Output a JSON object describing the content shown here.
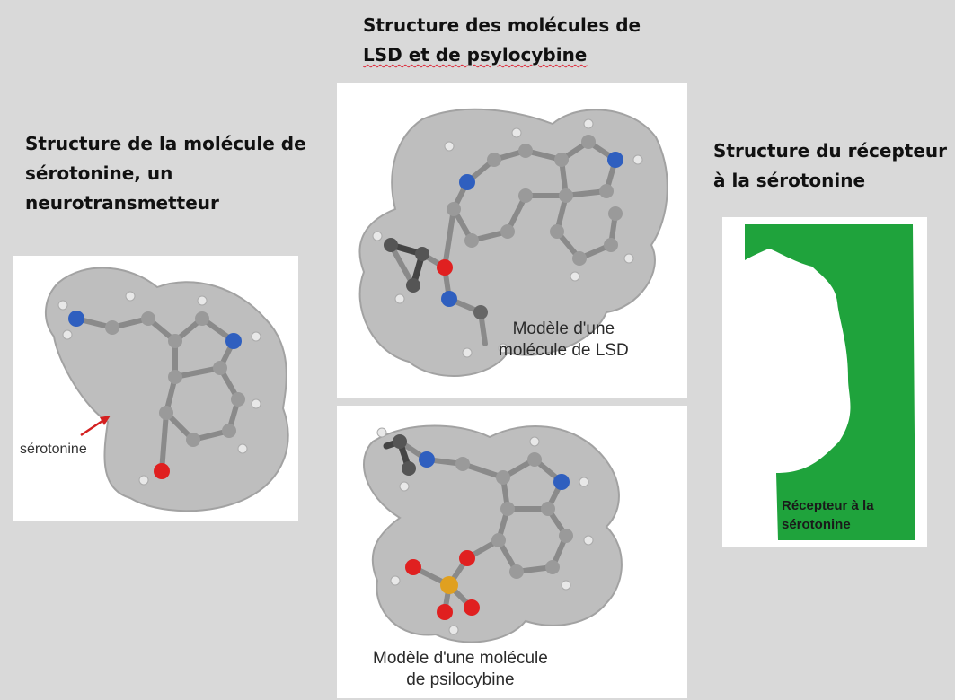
{
  "titles": {
    "lsd_psilocybine": [
      "Structure des molécules de",
      "LSD et de psylocybine"
    ],
    "serotonine": [
      "Structure de la molécule de",
      "sérotonine, un",
      "neurotransmetteur"
    ],
    "recepteur": [
      "Structure du récepteur",
      "à la sérotonine"
    ]
  },
  "captions": {
    "lsd": [
      "Modèle d'une",
      "molécule de LSD"
    ],
    "psilocybine": [
      "Modèle d'une molécule",
      "de psilocybine"
    ],
    "serotonine_arrow": "sérotonine",
    "recepteur": [
      "Récepteur à la",
      "sérotonine"
    ]
  },
  "colors": {
    "background": "#d9d9d9",
    "receptor_green": "#1fa33c",
    "nitrogen": "#2f5fbf",
    "oxygen": "#e02020",
    "phosphorus": "#e0a020",
    "carbon": "#9a9a9a",
    "hydrogen": "#e8e8e8",
    "arrow": "#d42020"
  }
}
